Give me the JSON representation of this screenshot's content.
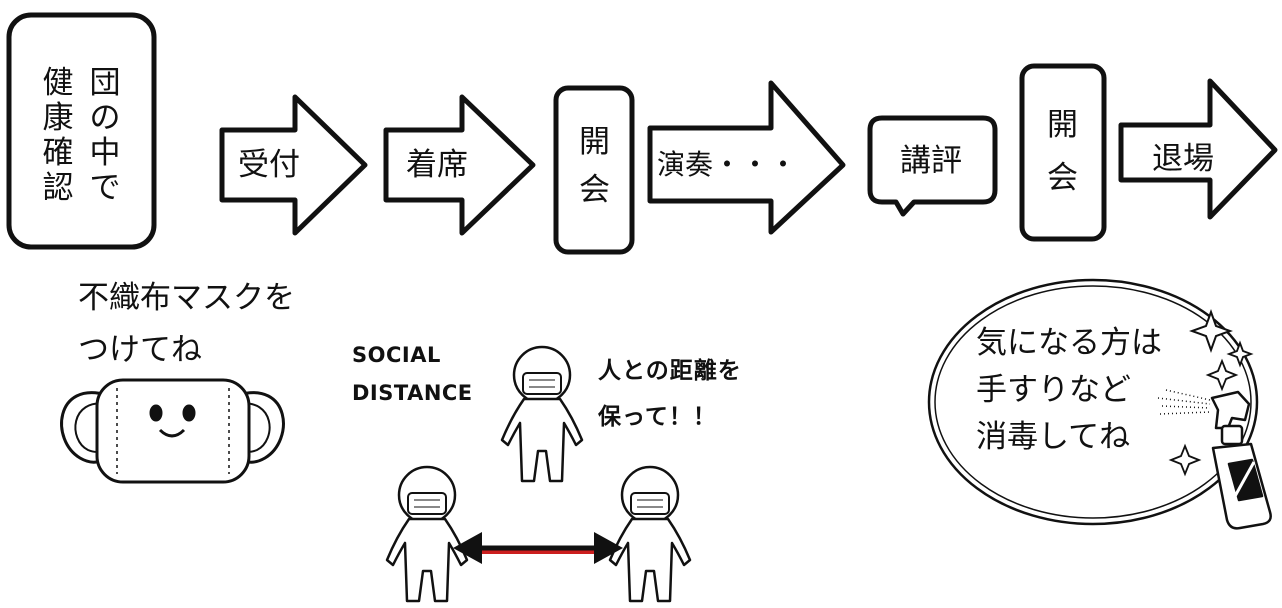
{
  "flow": {
    "health_check": [
      "団の中で",
      "健康確認"
    ],
    "reception": "受付",
    "seating": "着席",
    "opening": [
      "開",
      "会"
    ],
    "performance": "演奏・・・",
    "review": "講評",
    "closing": [
      "開",
      "会"
    ],
    "exit": "退場"
  },
  "mask_note": "不織布マスクを\nつけてね",
  "distance": {
    "title": "SOCIAL\nDISTANCE",
    "note": "人との距離を\n保って！！"
  },
  "disinfect_note": "気になる方は\n手すりなど\n消毒してね",
  "colors": {
    "line": "#111111",
    "arrow_accent": "#cc1f1f"
  }
}
